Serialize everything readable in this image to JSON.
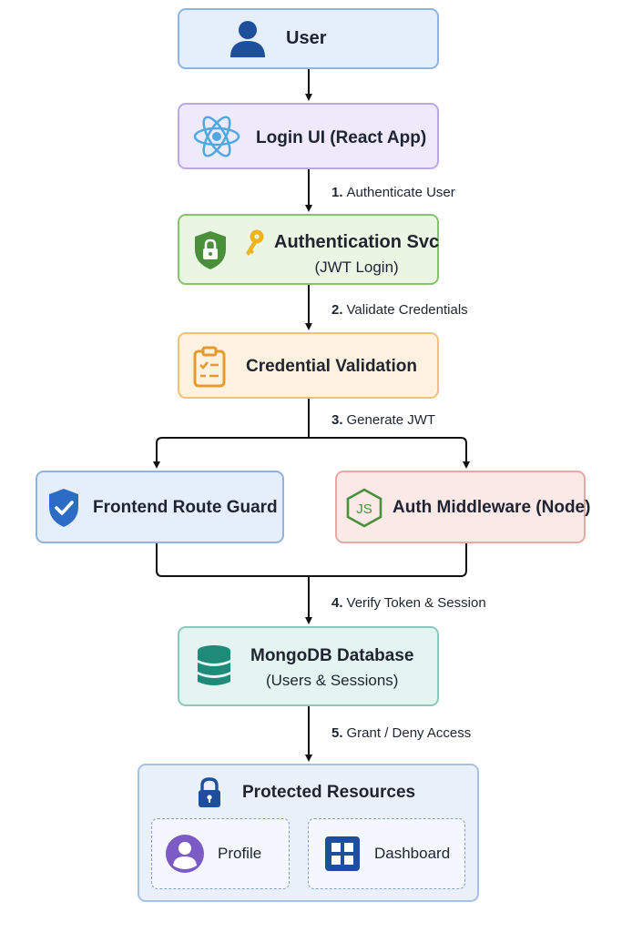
{
  "nodes": {
    "user": {
      "title": "User"
    },
    "login_ui": {
      "title": "Login UI (React App)"
    },
    "auth_service": {
      "title": "Authentication Svc",
      "subtitle": "(JWT Login)"
    },
    "credential_validation": {
      "title": "Credential Validation"
    },
    "frontend_route_guard": {
      "title": "Frontend Route Guard"
    },
    "auth_middleware": {
      "title": "Auth Middleware (Node)",
      "icon_text": "JS"
    },
    "mongodb": {
      "title": "MongoDB Database",
      "subtitle": "(Users & Sessions)"
    },
    "protected_resources": {
      "title": "Protected Resources",
      "items": [
        {
          "label": "Profile",
          "icon": "profile-avatar-icon"
        },
        {
          "label": "Dashboard",
          "icon": "dashboard-grid-icon"
        }
      ]
    }
  },
  "steps": [
    {
      "number": "1.",
      "label": "Authenticate User"
    },
    {
      "number": "2.",
      "label": "Validate Credentials"
    },
    {
      "number": "3.",
      "label": "Generate JWT"
    },
    {
      "number": "4.",
      "label": "Verify Token & Session"
    },
    {
      "number": "5.",
      "label": "Grant / Deny Access"
    }
  ],
  "colors": {
    "blue": "#1d4f9c",
    "purple": "#7b5cc4",
    "green": "#4a8f3a",
    "orange": "#e69a2e",
    "red": "#e07b74",
    "teal": "#1f8a78",
    "line": "#111111"
  }
}
